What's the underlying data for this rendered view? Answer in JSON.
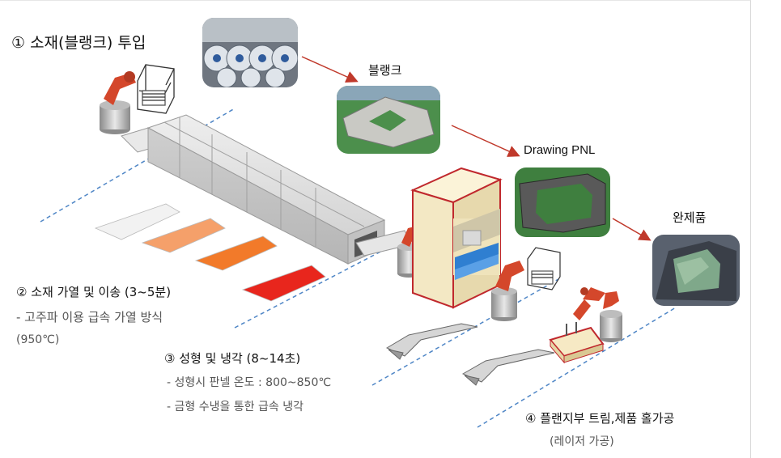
{
  "steps": {
    "step1": "① 소재(블랭크) 투입",
    "step2": "② 소재 가열 및 이송 (3~5분)",
    "step2_detail1": "- 고주파 이용 급속 가열 방식",
    "step2_detail2": "(950℃)",
    "step3": "③ 성형 및 냉각 (8~14초)",
    "step3_detail1": "- 성형시 판넬 온도 : 800~850℃",
    "step3_detail2": "- 금형 수냉을 통한 급속 냉각",
    "step4": "④ 플랜지부 트림,제품 홀가공",
    "step4_detail1": "(레이저 가공)"
  },
  "labels": {
    "blank": "블랭크",
    "drawing": "Drawing PNL",
    "final": "완제품"
  },
  "colors": {
    "arrow": "#c0392b",
    "dashed_line": "#4f86c6",
    "press_frame": "#c0282d",
    "press_body": "#f3e8c4",
    "robot": "#d4472b",
    "furnace": "#dcdcdc",
    "blank_cold": "#f2f2f2",
    "blank_warm": "#f5a06a",
    "blank_hot": "#f27a2a",
    "blank_red": "#e8261d"
  },
  "icons": [
    "robot-arm-icon",
    "rack-icon",
    "furnace-icon",
    "press-icon",
    "laser-cell-icon"
  ]
}
